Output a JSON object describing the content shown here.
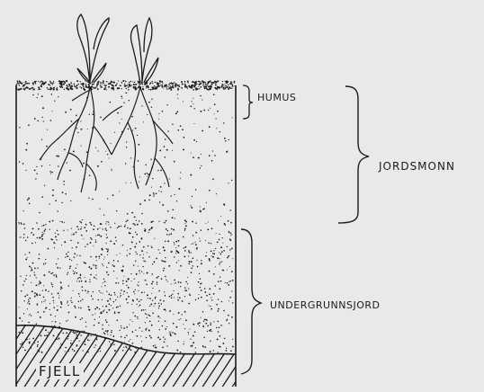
{
  "labels": {
    "humus": "Humus",
    "jordsmonn": "Jordsmonn",
    "undergrunnsjord": "Undergrunnsjord",
    "fjell": "Fjell"
  },
  "colors": {
    "paper": "#e9e9e9",
    "ink": "#1b1b1b"
  }
}
